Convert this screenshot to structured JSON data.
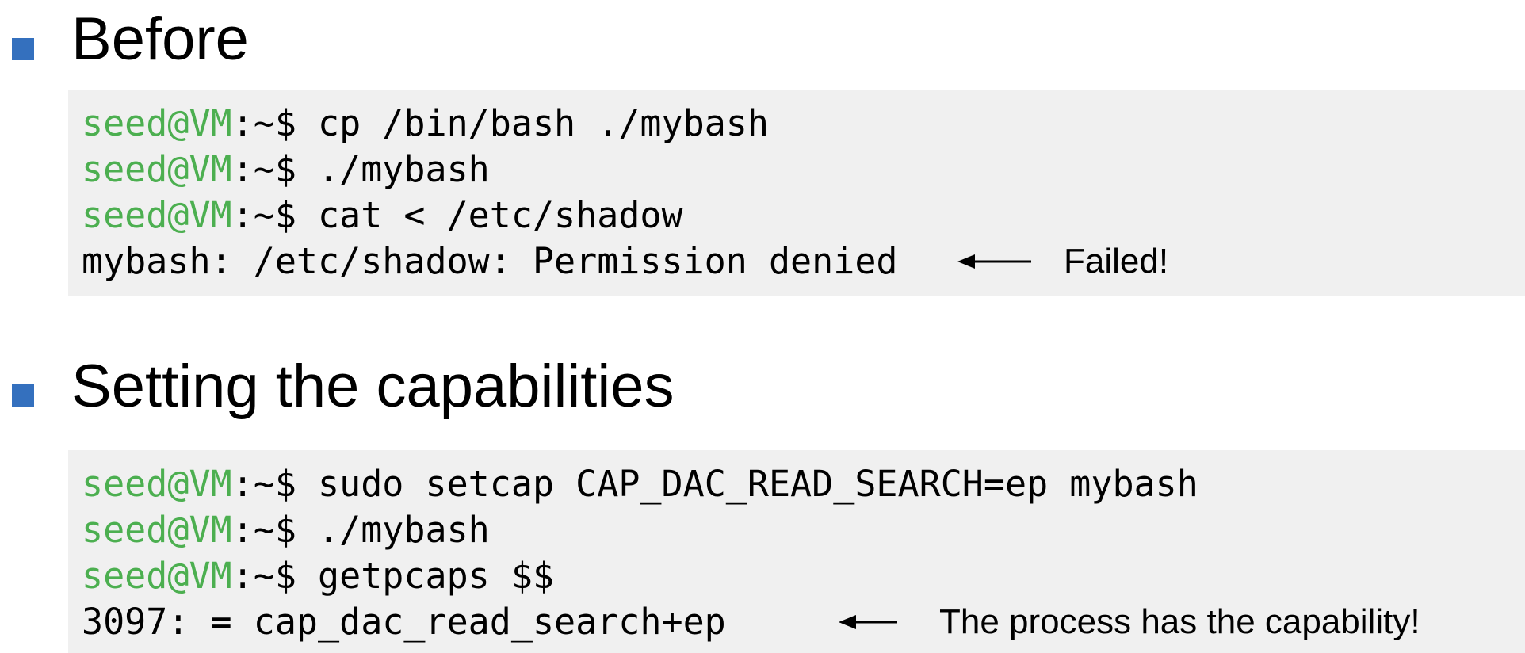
{
  "colors": {
    "bullet_blue": "#3470BE",
    "prompt_green": "#4CAF50",
    "code_background": "#F0F0F0",
    "text": "#000000",
    "page_background": "#FFFFFF"
  },
  "sections": [
    {
      "heading": "Before",
      "terminal": {
        "lines": [
          {
            "prompt": "seed@VM",
            "sep": ":~$ ",
            "cmd": "cp /bin/bash ./mybash"
          },
          {
            "prompt": "seed@VM",
            "sep": ":~$ ",
            "cmd": "./mybash"
          },
          {
            "prompt": "seed@VM",
            "sep": ":~$ ",
            "cmd": "cat < /etc/shadow"
          },
          {
            "out": "mybash: /etc/shadow: Permission denied",
            "note": "Failed!"
          }
        ]
      }
    },
    {
      "heading": "Setting the capabilities",
      "terminal": {
        "lines": [
          {
            "prompt": "seed@VM",
            "sep": ":~$ ",
            "cmd": "sudo setcap CAP_DAC_READ_SEARCH=ep mybash"
          },
          {
            "prompt": "seed@VM",
            "sep": ":~$ ",
            "cmd": "./mybash"
          },
          {
            "prompt": "seed@VM",
            "sep": ":~$ ",
            "cmd": "getpcaps $$"
          },
          {
            "out": "3097: = cap_dac_read_search+ep",
            "note": "The process has the capability!"
          }
        ]
      }
    }
  ]
}
